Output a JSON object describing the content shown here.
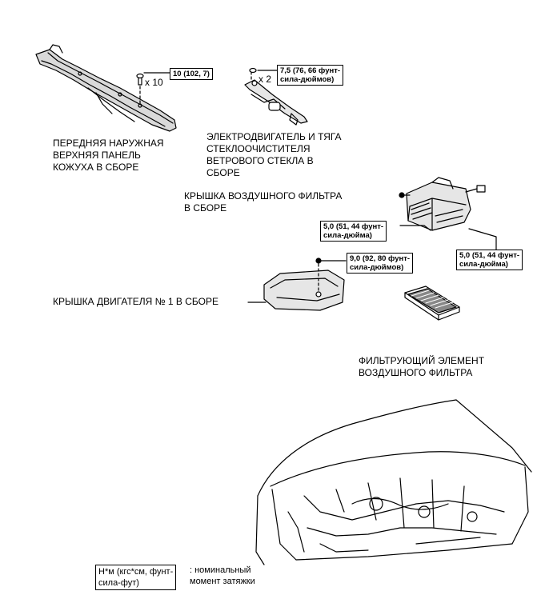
{
  "parts": {
    "cowl_panel": "ПЕРЕДНЯЯ НАРУЖНАЯ\nВЕРХНЯЯ ПАНЕЛЬ\nКОЖУХА В СБОРЕ",
    "wiper_motor": "ЭЛЕКТРОДВИГАТЕЛЬ И ТЯГА\nСТЕКЛООЧИСТИТЕЛЯ\nВЕТРОВОГО СТЕКЛА В\nСБОРЕ",
    "air_filter_cap": "КРЫШКА ВОЗДУШНОГО ФИЛЬТРА\nВ СБОРЕ",
    "engine_cover": "КРЫШКА ДВИГАТЕЛЯ № 1 В СБОРЕ",
    "filter_element": "ФИЛЬТРУЮЩИЙ ЭЛЕМЕНТ\nВОЗДУШНОГО ФИЛЬТРА"
  },
  "torques": {
    "cowl_bolt": "10 (102, 7)",
    "wiper_nut": "7,5 (76, 66 фунт-\nсила-дюймов)",
    "filter_left": "5,0 (51, 44 фунт-\nсила-дюйма)",
    "filter_right": "5,0 (51, 44 фунт-\nсила-дюйма)",
    "engine_cover": "9,0 (92, 80 фунт-\nсила-дюймов)"
  },
  "quantities": {
    "cowl_bolts": "x 10",
    "wiper_nuts": "x 2"
  },
  "legend": {
    "unit": "Н*м (кгс*см, фунт-\nсила-фут)",
    "description": ": номинальный\nмомент затяжки"
  }
}
